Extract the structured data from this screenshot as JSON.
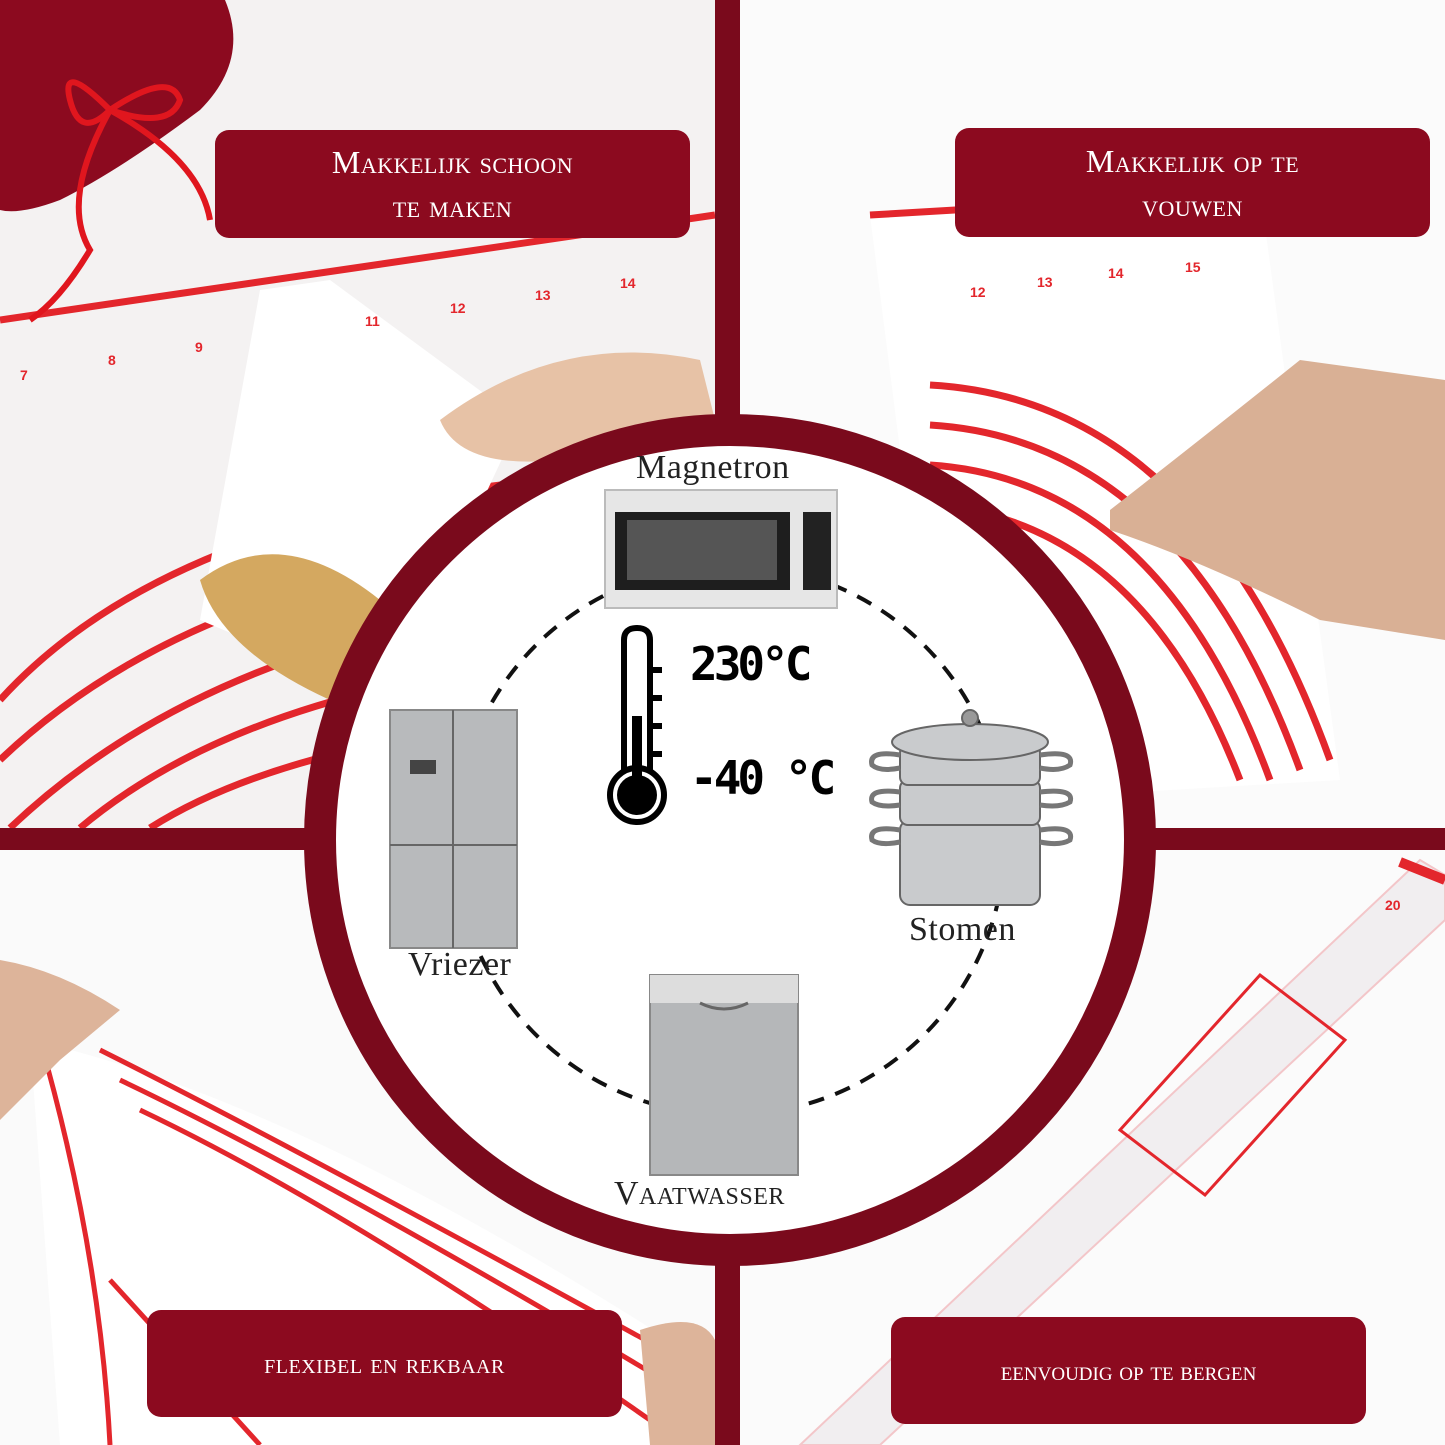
{
  "features": {
    "top_left": [
      "Makkelijk schoon",
      "te maken"
    ],
    "top_right": [
      "Makkelijk op te",
      "vouwen"
    ],
    "bottom_left": "flexibel en rekbaar",
    "bottom_right": "eenvoudig op te bergen"
  },
  "appliances": {
    "microwave": "Magnetron",
    "freezer": "Vriezer",
    "steamer": "Stomen",
    "dishwasher": "Vaatwasser"
  },
  "temperature": {
    "max": "230°C",
    "min": "-40 °C"
  },
  "mat_ruler_numbers": [
    "7",
    "8",
    "9",
    "11",
    "12",
    "13",
    "14",
    "12",
    "13",
    "14",
    "15",
    "20"
  ],
  "colors": {
    "brand": "#8c0a1f",
    "mat_line": "#e3262c"
  }
}
